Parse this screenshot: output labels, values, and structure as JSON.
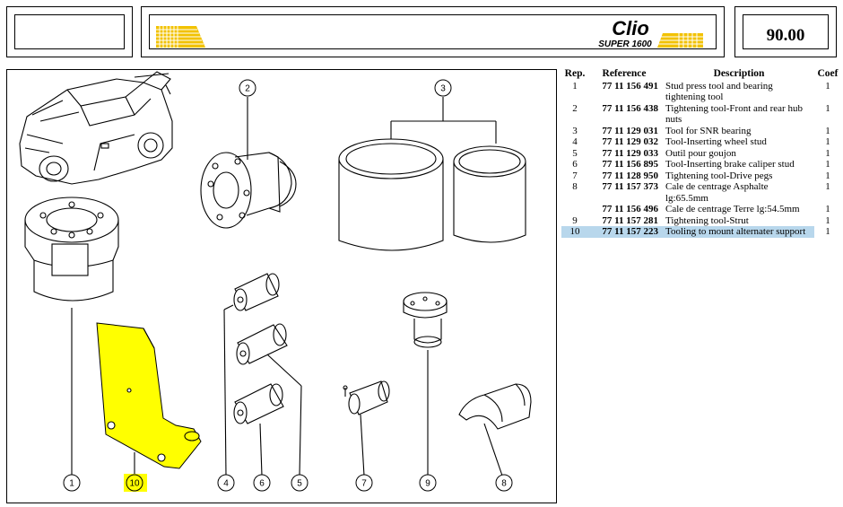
{
  "header": {
    "brand_title": "Clio",
    "brand_subtitle": "SUPER 1600",
    "page_number": "90.00"
  },
  "table": {
    "headers": {
      "rep": "Rep.",
      "reference": "Reference",
      "description": "Description",
      "coef": "Coef"
    },
    "rows": [
      {
        "rep": "1",
        "reference": "77 11 156 491",
        "description": "Stud press tool and bearing tightening tool",
        "coef": "1"
      },
      {
        "rep": "2",
        "reference": "77 11 156 438",
        "description": "Tightening tool-Front and rear hub nuts",
        "coef": "1"
      },
      {
        "rep": "3",
        "reference": "77 11 129 031",
        "description": "Tool for SNR bearing",
        "coef": "1"
      },
      {
        "rep": "4",
        "reference": "77 11 129 032",
        "description": "Tool-Inserting wheel stud",
        "coef": "1"
      },
      {
        "rep": "5",
        "reference": "77 11 129 033",
        "description": "Outil pour goujon",
        "coef": "1"
      },
      {
        "rep": "6",
        "reference": "77 11 156 895",
        "description": "Tool-Inserting brake caliper stud",
        "coef": "1"
      },
      {
        "rep": "7",
        "reference": "77 11 128 950",
        "description": "Tightening tool-Drive pegs",
        "coef": "1"
      },
      {
        "rep": "8",
        "reference": "77 11 157 373",
        "description": "Cale de centrage Asphalte lg:65.5mm",
        "coef": "1"
      },
      {
        "rep": "",
        "reference": "77 11 156 496",
        "description": "Cale de centrage Terre lg:54.5mm",
        "coef": "1"
      },
      {
        "rep": "9",
        "reference": "77 11 157 281",
        "description": "Tightening tool-Strut",
        "coef": "1"
      },
      {
        "rep": "10",
        "reference": "77 11 157 223",
        "description": "Tooling to mount alternater support",
        "coef": "1",
        "highlighted": true
      }
    ]
  },
  "callouts": [
    "1",
    "2",
    "3",
    "4",
    "5",
    "6",
    "7",
    "8",
    "9",
    "10"
  ],
  "colors": {
    "highlight_part": "#ffff00",
    "highlight_row": "#b8d7ec",
    "brand_yellow": "#f2c200"
  }
}
